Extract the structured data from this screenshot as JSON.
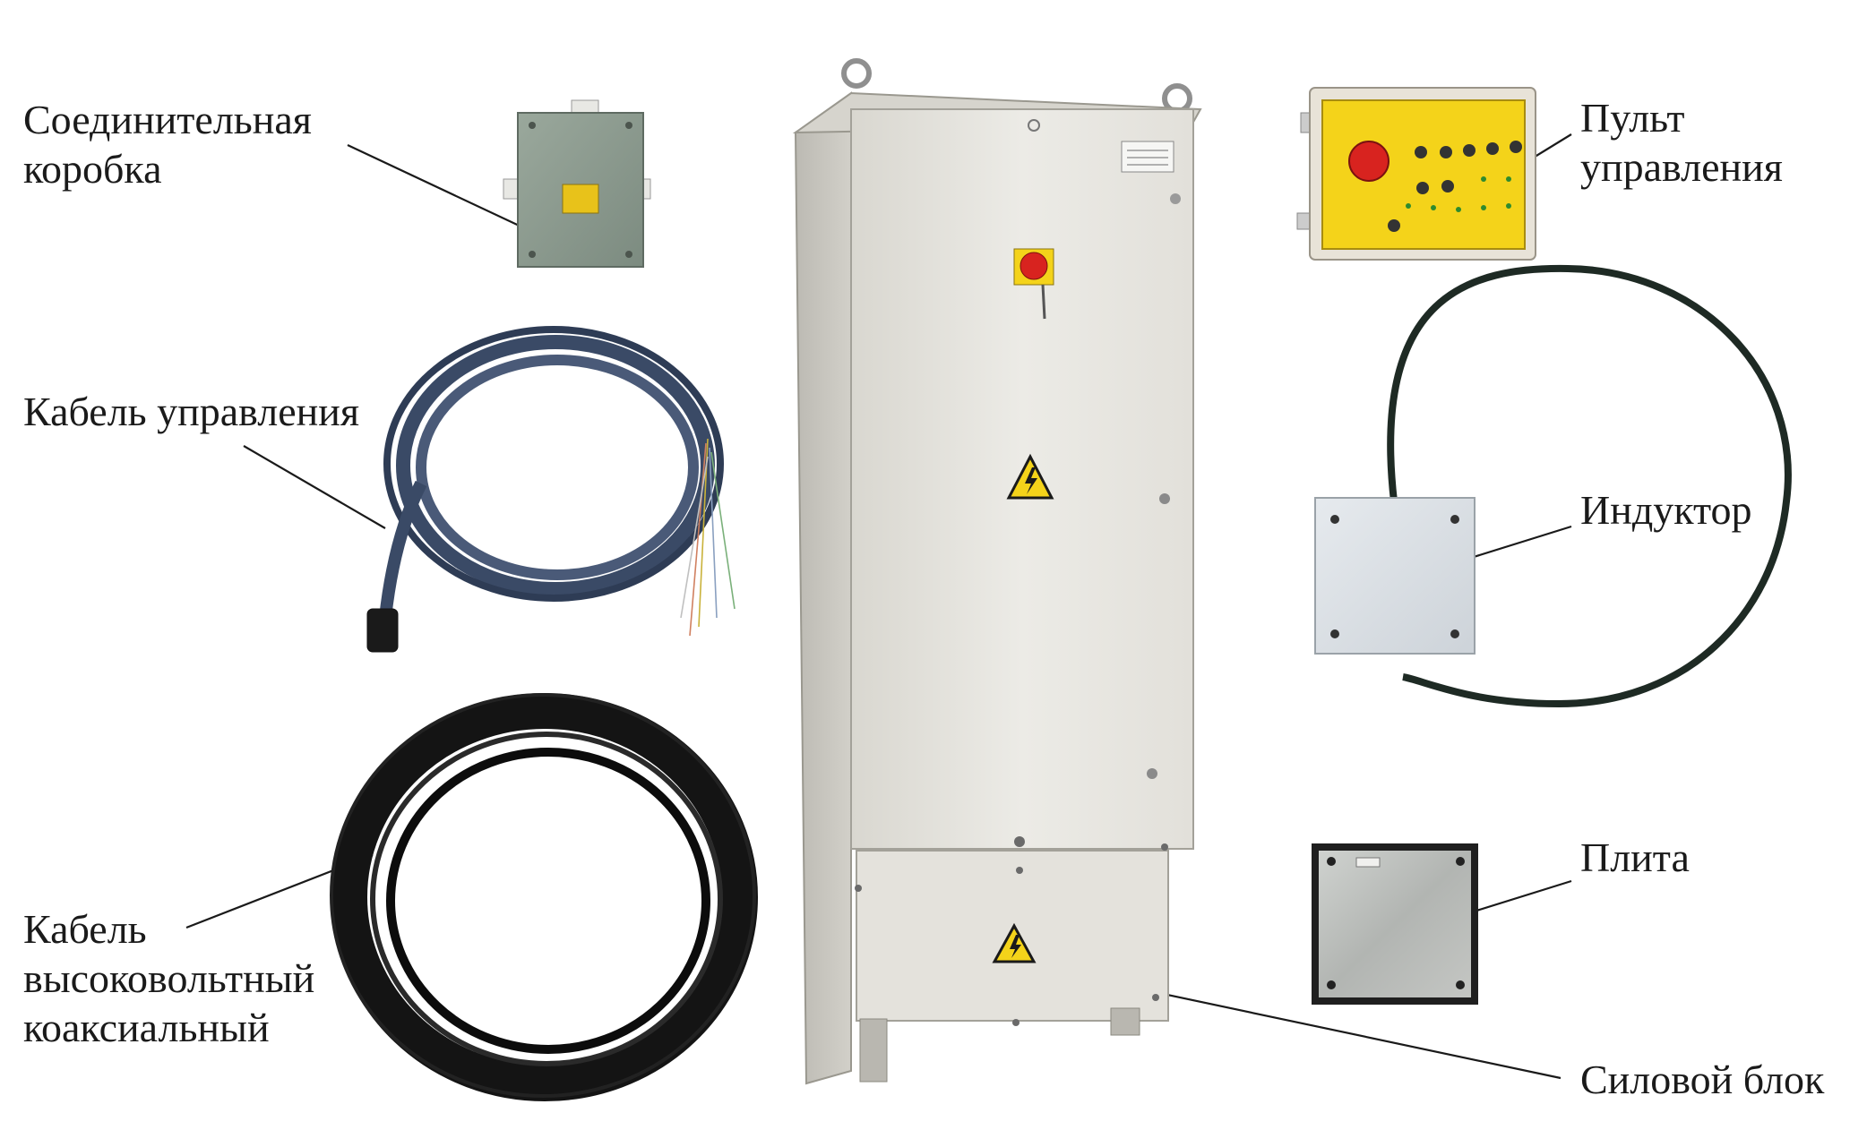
{
  "labels": {
    "junction_box": "Соединительная\nкоробка",
    "control_cable": "Кабель управления",
    "hv_cable": "Кабель\nвысоковольтный\nкоаксиальный",
    "control_panel": "Пульт\nуправления",
    "inductor": "Индуктор",
    "plate": "Плита",
    "power_unit": "Силовой блок"
  },
  "colors": {
    "cabinet": "#e6e4de",
    "junction_box": "#8a9a8e",
    "panel_face": "#f4d31a",
    "emergency_button": "#d8231f",
    "control_cable": "#3a4a66",
    "hv_cable": "#141414",
    "inductor_plate": "#d8dde2",
    "metal_plate": "#b8bab8",
    "warning_sign": "#f4d31a"
  },
  "icons": [
    "high-voltage-warning-icon"
  ]
}
